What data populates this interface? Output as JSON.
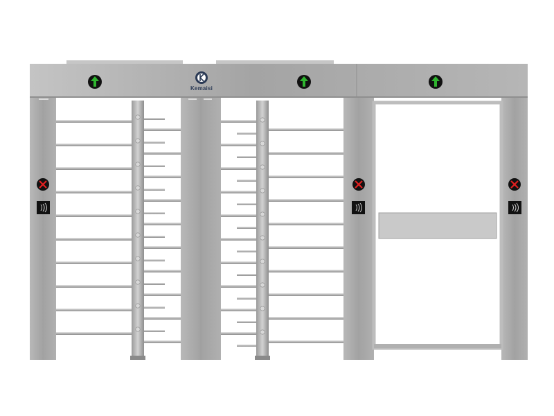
{
  "brand": {
    "name": "Kemaisi"
  },
  "colors": {
    "background": "#ffffff",
    "steel_light": "#c8c8c8",
    "steel_mid": "#a9a9a9",
    "steel_dark": "#8c8c8c",
    "indicator_ok": "#2fb52f",
    "indicator_stop": "#e02020",
    "indicator_bg": "#111111"
  },
  "icons": {
    "entry_arrow": "arrow-up-icon",
    "stop_indicator": "x-cross-icon",
    "card_reader": "nfc-reader-icon",
    "logo": "kemaisi-logo-icon"
  },
  "lanes": [
    {
      "name": "lane-1",
      "direction_indicator": "up-arrow",
      "status": "stop"
    },
    {
      "name": "lane-2",
      "direction_indicator": "up-arrow",
      "status": "stop"
    },
    {
      "name": "gate-lane",
      "direction_indicator": "up-arrow",
      "status": "stop"
    }
  ]
}
